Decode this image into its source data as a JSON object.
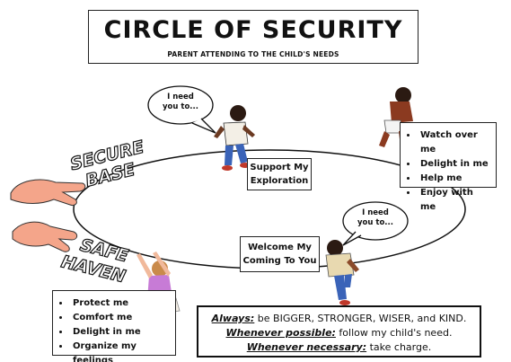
{
  "diagram": {
    "title": "CIRCLE OF SECURITY",
    "subtitle": "PARENT ATTENDING TO THE CHILD'S NEEDS",
    "secure_base_label": [
      "SECURE",
      "BASE"
    ],
    "safe_haven_label": [
      "SAFE",
      "HAVEN"
    ],
    "top_bubble": [
      "I need",
      "you to..."
    ],
    "right_bubble": [
      "I need",
      "you to..."
    ],
    "support_box": [
      "Support My",
      "Exploration"
    ],
    "welcome_box": [
      "Welcome My",
      "Coming To You"
    ],
    "top_right_list": [
      "Watch over me",
      "Delight in me",
      "Help me",
      "Enjoy with me"
    ],
    "bottom_left_list": [
      "Protect me",
      "Comfort me",
      "Delight in me",
      "Organize my feelings"
    ],
    "bottom_box": {
      "always_label": "Always:",
      "always_text": " be BIGGER, STRONGER, WISER, and KIND.",
      "whenever_possible_label": "Whenever possible:",
      "whenever_possible_text": " follow my child's need.",
      "whenever_necessary_label": "Whenever necessary:",
      "whenever_necessary_text": " take charge."
    }
  }
}
